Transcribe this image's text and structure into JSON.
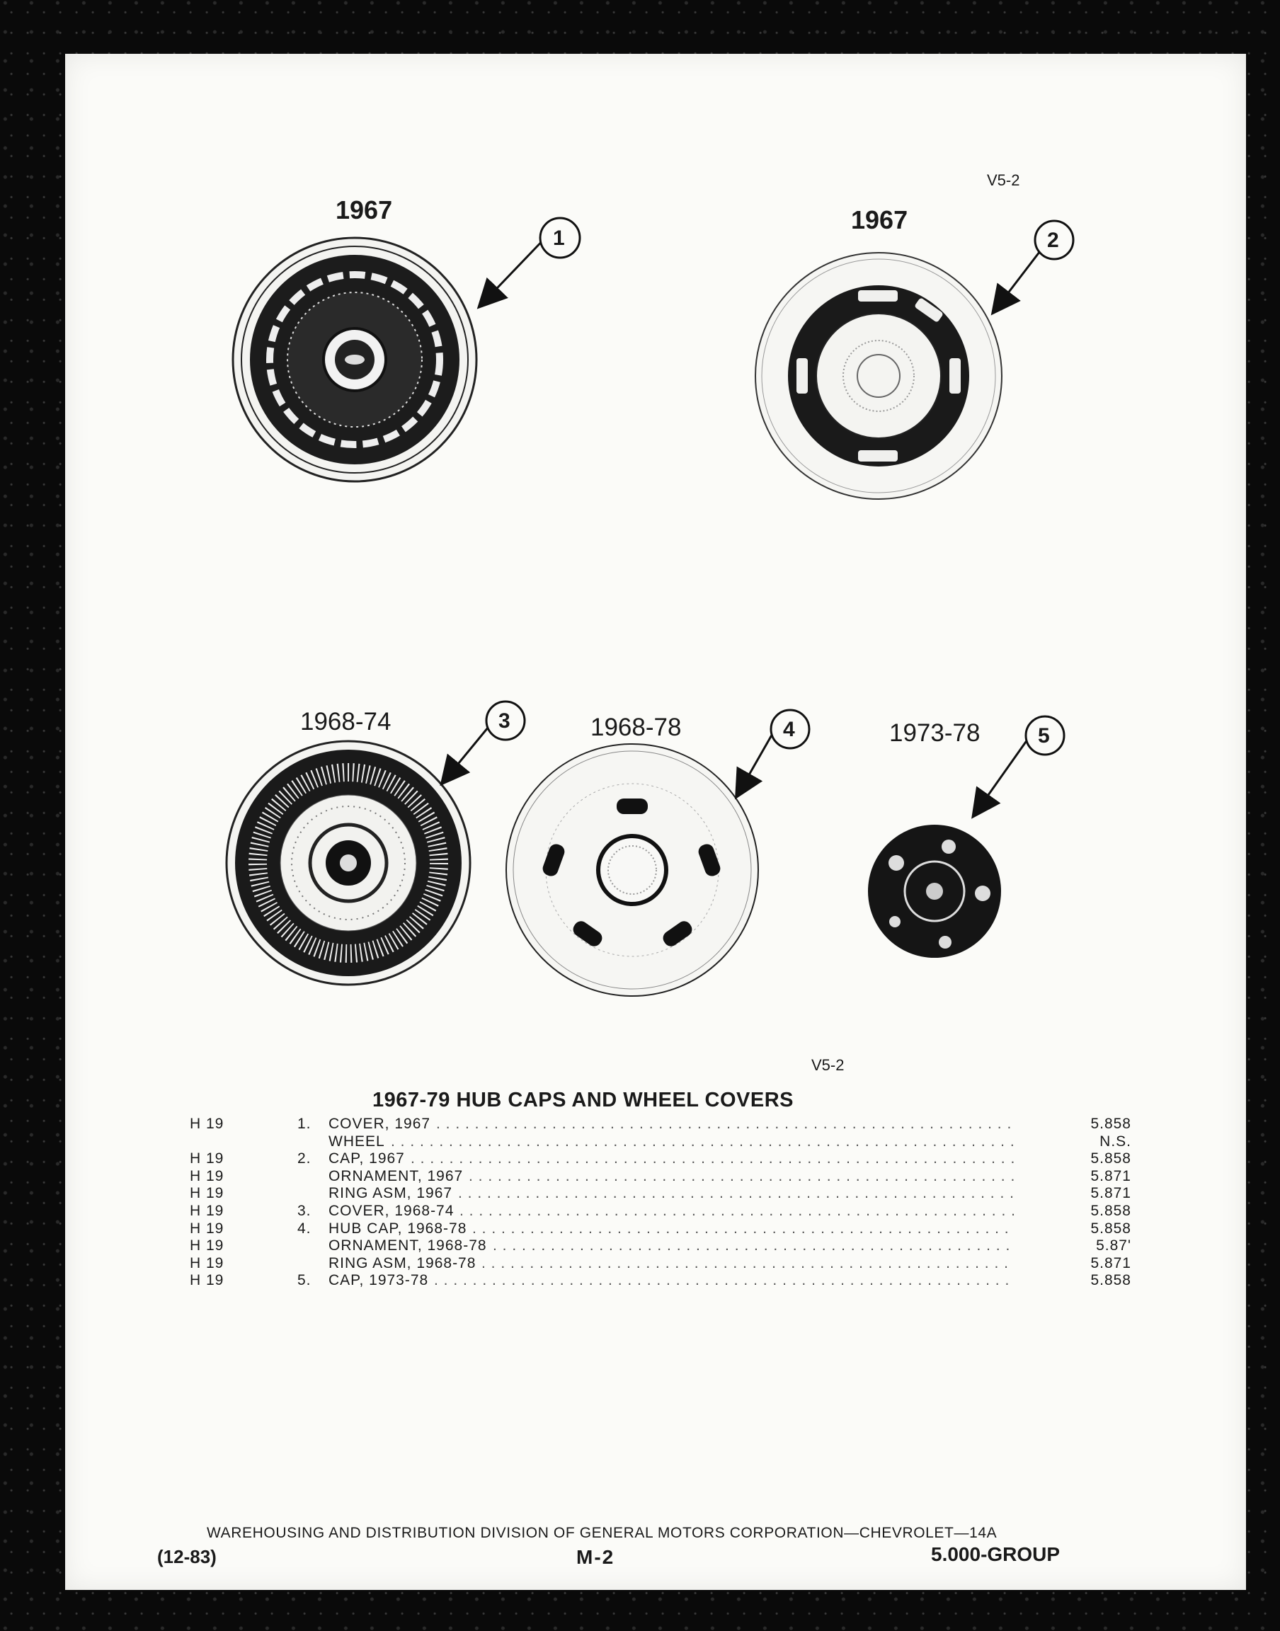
{
  "figure": {
    "code_top": "V5-2",
    "code_bottom": "V5-2",
    "callouts": [
      {
        "num": "1",
        "year": "1967"
      },
      {
        "num": "2",
        "year": "1967"
      },
      {
        "num": "3",
        "year": "1968-74"
      },
      {
        "num": "4",
        "year": "1968-78"
      },
      {
        "num": "5",
        "year": "1973-78"
      }
    ]
  },
  "table": {
    "title": "1967-79 HUB CAPS AND WHEEL COVERS",
    "rows": [
      {
        "code": "H 19",
        "num": "1.",
        "desc": "COVER, 1967",
        "group": "5.858"
      },
      {
        "code": "",
        "num": "",
        "desc": "WHEEL",
        "group": "N.S."
      },
      {
        "code": "H 19",
        "num": "2.",
        "desc": "CAP, 1967",
        "group": "5.858"
      },
      {
        "code": "H 19",
        "num": "",
        "desc": "ORNAMENT, 1967",
        "group": "5.871"
      },
      {
        "code": "H 19",
        "num": "",
        "desc": "RING ASM, 1967",
        "group": "5.871"
      },
      {
        "code": "H 19",
        "num": "3.",
        "desc": "COVER, 1968-74",
        "group": "5.858"
      },
      {
        "code": "H 19",
        "num": "4.",
        "desc": "HUB CAP, 1968-78",
        "group": "5.858"
      },
      {
        "code": "H 19",
        "num": "",
        "desc": "ORNAMENT, 1968-78",
        "group": "5.87'"
      },
      {
        "code": "H 19",
        "num": "",
        "desc": "RING ASM, 1968-78",
        "group": "5.871"
      },
      {
        "code": "H 19",
        "num": "5.",
        "desc": "CAP, 1973-78",
        "group": "5.858"
      }
    ]
  },
  "footer": {
    "division": "WAREHOUSING AND DISTRIBUTION DIVISION OF GENERAL MOTORS CORPORATION—CHEVROLET—14A",
    "date": "(12-83)",
    "page": "M-2",
    "group": "5.000-GROUP"
  }
}
